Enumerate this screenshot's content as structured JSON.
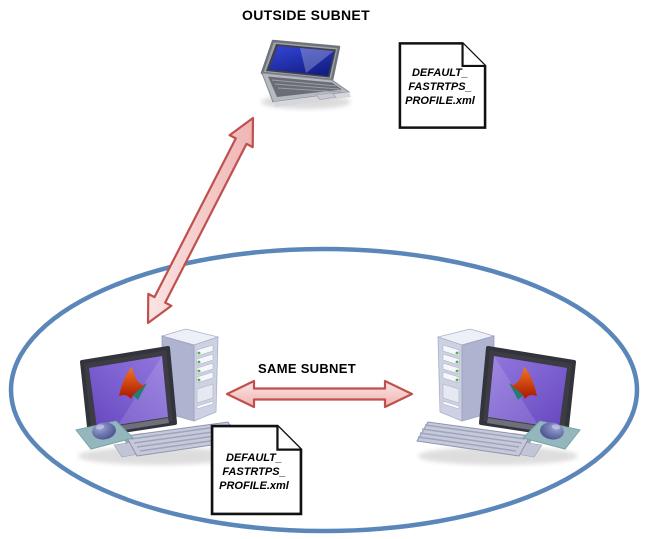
{
  "labels": {
    "outside": "OUTSIDE SUBNET",
    "same_subnet": "SAME SUBNET"
  },
  "profile_file": {
    "line1": "DEFAULT_",
    "line2": "FASTRTPS_",
    "line3": "PROFILE.xml"
  },
  "colors": {
    "subnet_ellipse": "#5b86ba",
    "arrow_fill": "#f5c9c7",
    "arrow_border": "#c0504d",
    "monitor_screen": "#7a5ecf",
    "laptop_screen": "#2534c0",
    "matlab_logo": "#e8551c",
    "doc_border": "#111111"
  }
}
